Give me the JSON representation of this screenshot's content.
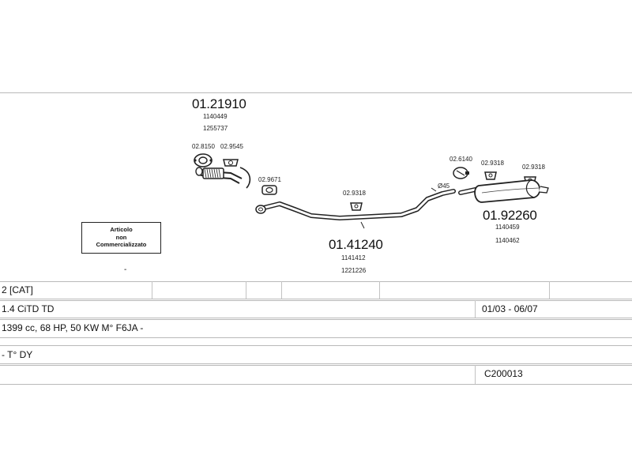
{
  "parts": {
    "front_pipe": {
      "code": "01.21910",
      "refs": [
        "1140449",
        "1255737"
      ]
    },
    "middle_pipe": {
      "code": "01.41240",
      "refs": [
        "1141412",
        "1221226"
      ]
    },
    "rear_silencer": {
      "code": "01.92260",
      "refs": [
        "1140459",
        "1140462"
      ]
    },
    "accessories": {
      "gasket_front": "02.8150",
      "hanger_front": "02.9545",
      "gasket_mid": "02.9671",
      "hanger_mid": "02.9318",
      "clamp_rear": "02.6140",
      "hanger_rear_1": "02.9318",
      "hanger_rear_2": "02.9318"
    },
    "diameter": "Ø45"
  },
  "notice": {
    "lines": [
      "Articolo",
      "non",
      "Commercializzato"
    ],
    "dash": "-"
  },
  "table": {
    "model": "2 [CAT]",
    "engine": "1.4 CiTD TD",
    "period": "01/03 - 06/07",
    "specs": "1399 cc, 68 HP, 50 KW M° F6JA -",
    "body": "- T° DY",
    "code": "C200013"
  }
}
